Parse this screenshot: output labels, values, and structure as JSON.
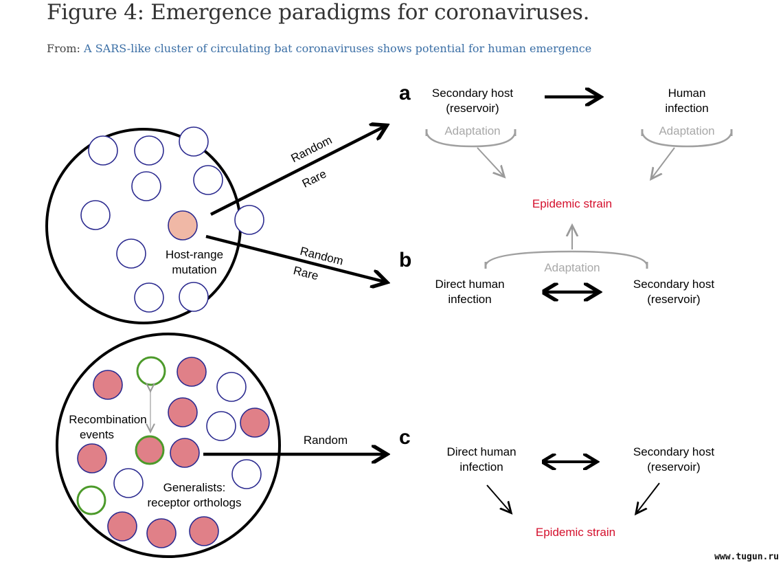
{
  "header": {
    "title": "Figure 4: Emergence paradigms for coronaviruses.",
    "from_label": "From:",
    "from_link": "A SARS-like cluster of circulating bat coronaviruses shows potential for human emergence"
  },
  "figure": {
    "panel_a": {
      "letter": "a",
      "secondary_host": [
        "Secondary host",
        "(reservoir)"
      ],
      "human_infection": [
        "Human",
        "infection"
      ],
      "adaptation_left": "Adaptation",
      "adaptation_right": "Adaptation",
      "epidemic": "Epidemic strain",
      "arrow_label_top": "Random",
      "arrow_label_bottom": "Rare"
    },
    "panel_b": {
      "letter": "b",
      "direct_human": [
        "Direct human",
        "infection"
      ],
      "secondary_host": [
        "Secondary host",
        "(reservoir)"
      ],
      "adaptation": "Adaptation",
      "arrow_label_top": "Random",
      "arrow_label_bottom": "Rare"
    },
    "panel_c": {
      "letter": "c",
      "direct_human": [
        "Direct human",
        "infection"
      ],
      "secondary_host": [
        "Secondary host",
        "(reservoir)"
      ],
      "epidemic": "Epidemic strain",
      "arrow_label": "Random"
    },
    "top_circle": {
      "mutation_label": [
        "Host-range",
        "mutation"
      ]
    },
    "bottom_circle": {
      "recombination_label": [
        "Recombination",
        "events"
      ],
      "generalists_label": [
        "Generalists:",
        "receptor orthologs"
      ]
    },
    "colors": {
      "epidemic_red": "#d40f2c",
      "virus_outline": "#2b2a8f",
      "mutant_fill": "#f0b8a6",
      "generalist_fill": "#e08088",
      "recomb_green": "#4c9a2a",
      "adaptation_gray": "#a0a0a0"
    }
  },
  "watermark": "www.tugun.ru"
}
